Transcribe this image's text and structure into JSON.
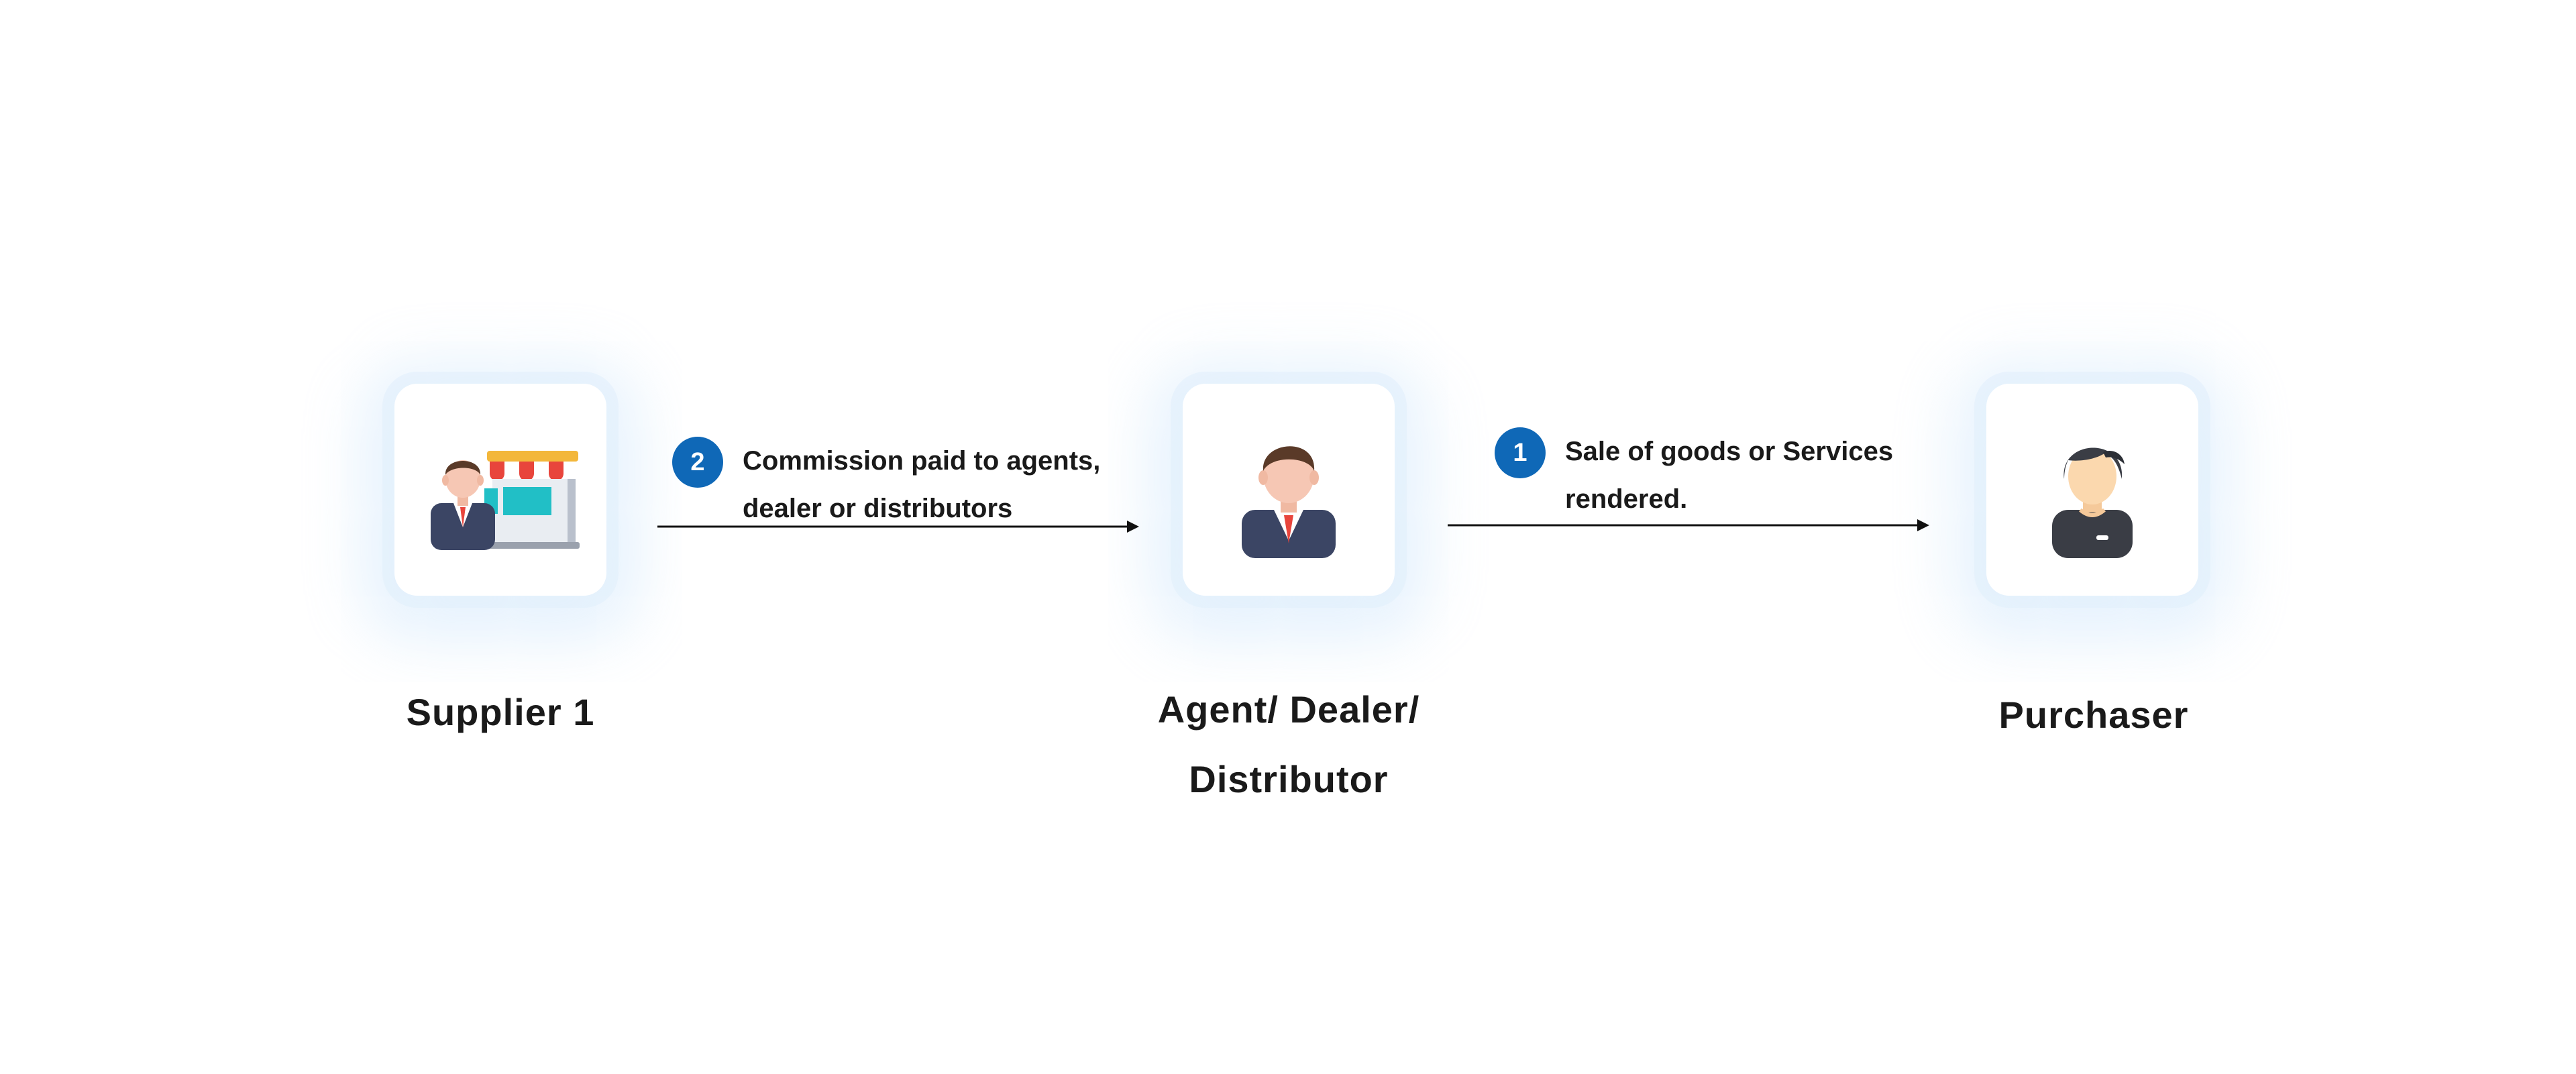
{
  "nodes": [
    {
      "id": "supplier",
      "label_lines": [
        "Supplier 1"
      ],
      "icon": "store-owner-icon"
    },
    {
      "id": "agent",
      "label_lines": [
        "Agent/ Dealer/",
        "Distributor"
      ],
      "icon": "businessman-icon"
    },
    {
      "id": "purchaser",
      "label_lines": [
        "Purchaser"
      ],
      "icon": "customer-icon"
    }
  ],
  "steps": [
    {
      "number": "2",
      "text_lines": [
        "Commission paid to agents,",
        "dealer or distributors"
      ],
      "from": "supplier",
      "to": "agent"
    },
    {
      "number": "1",
      "text_lines": [
        "Sale of goods or Services",
        "rendered."
      ],
      "from": "agent",
      "to": "purchaser"
    }
  ],
  "colors": {
    "badge": "#0f68b7",
    "text": "#1a1a1a",
    "arrow": "#111111"
  }
}
